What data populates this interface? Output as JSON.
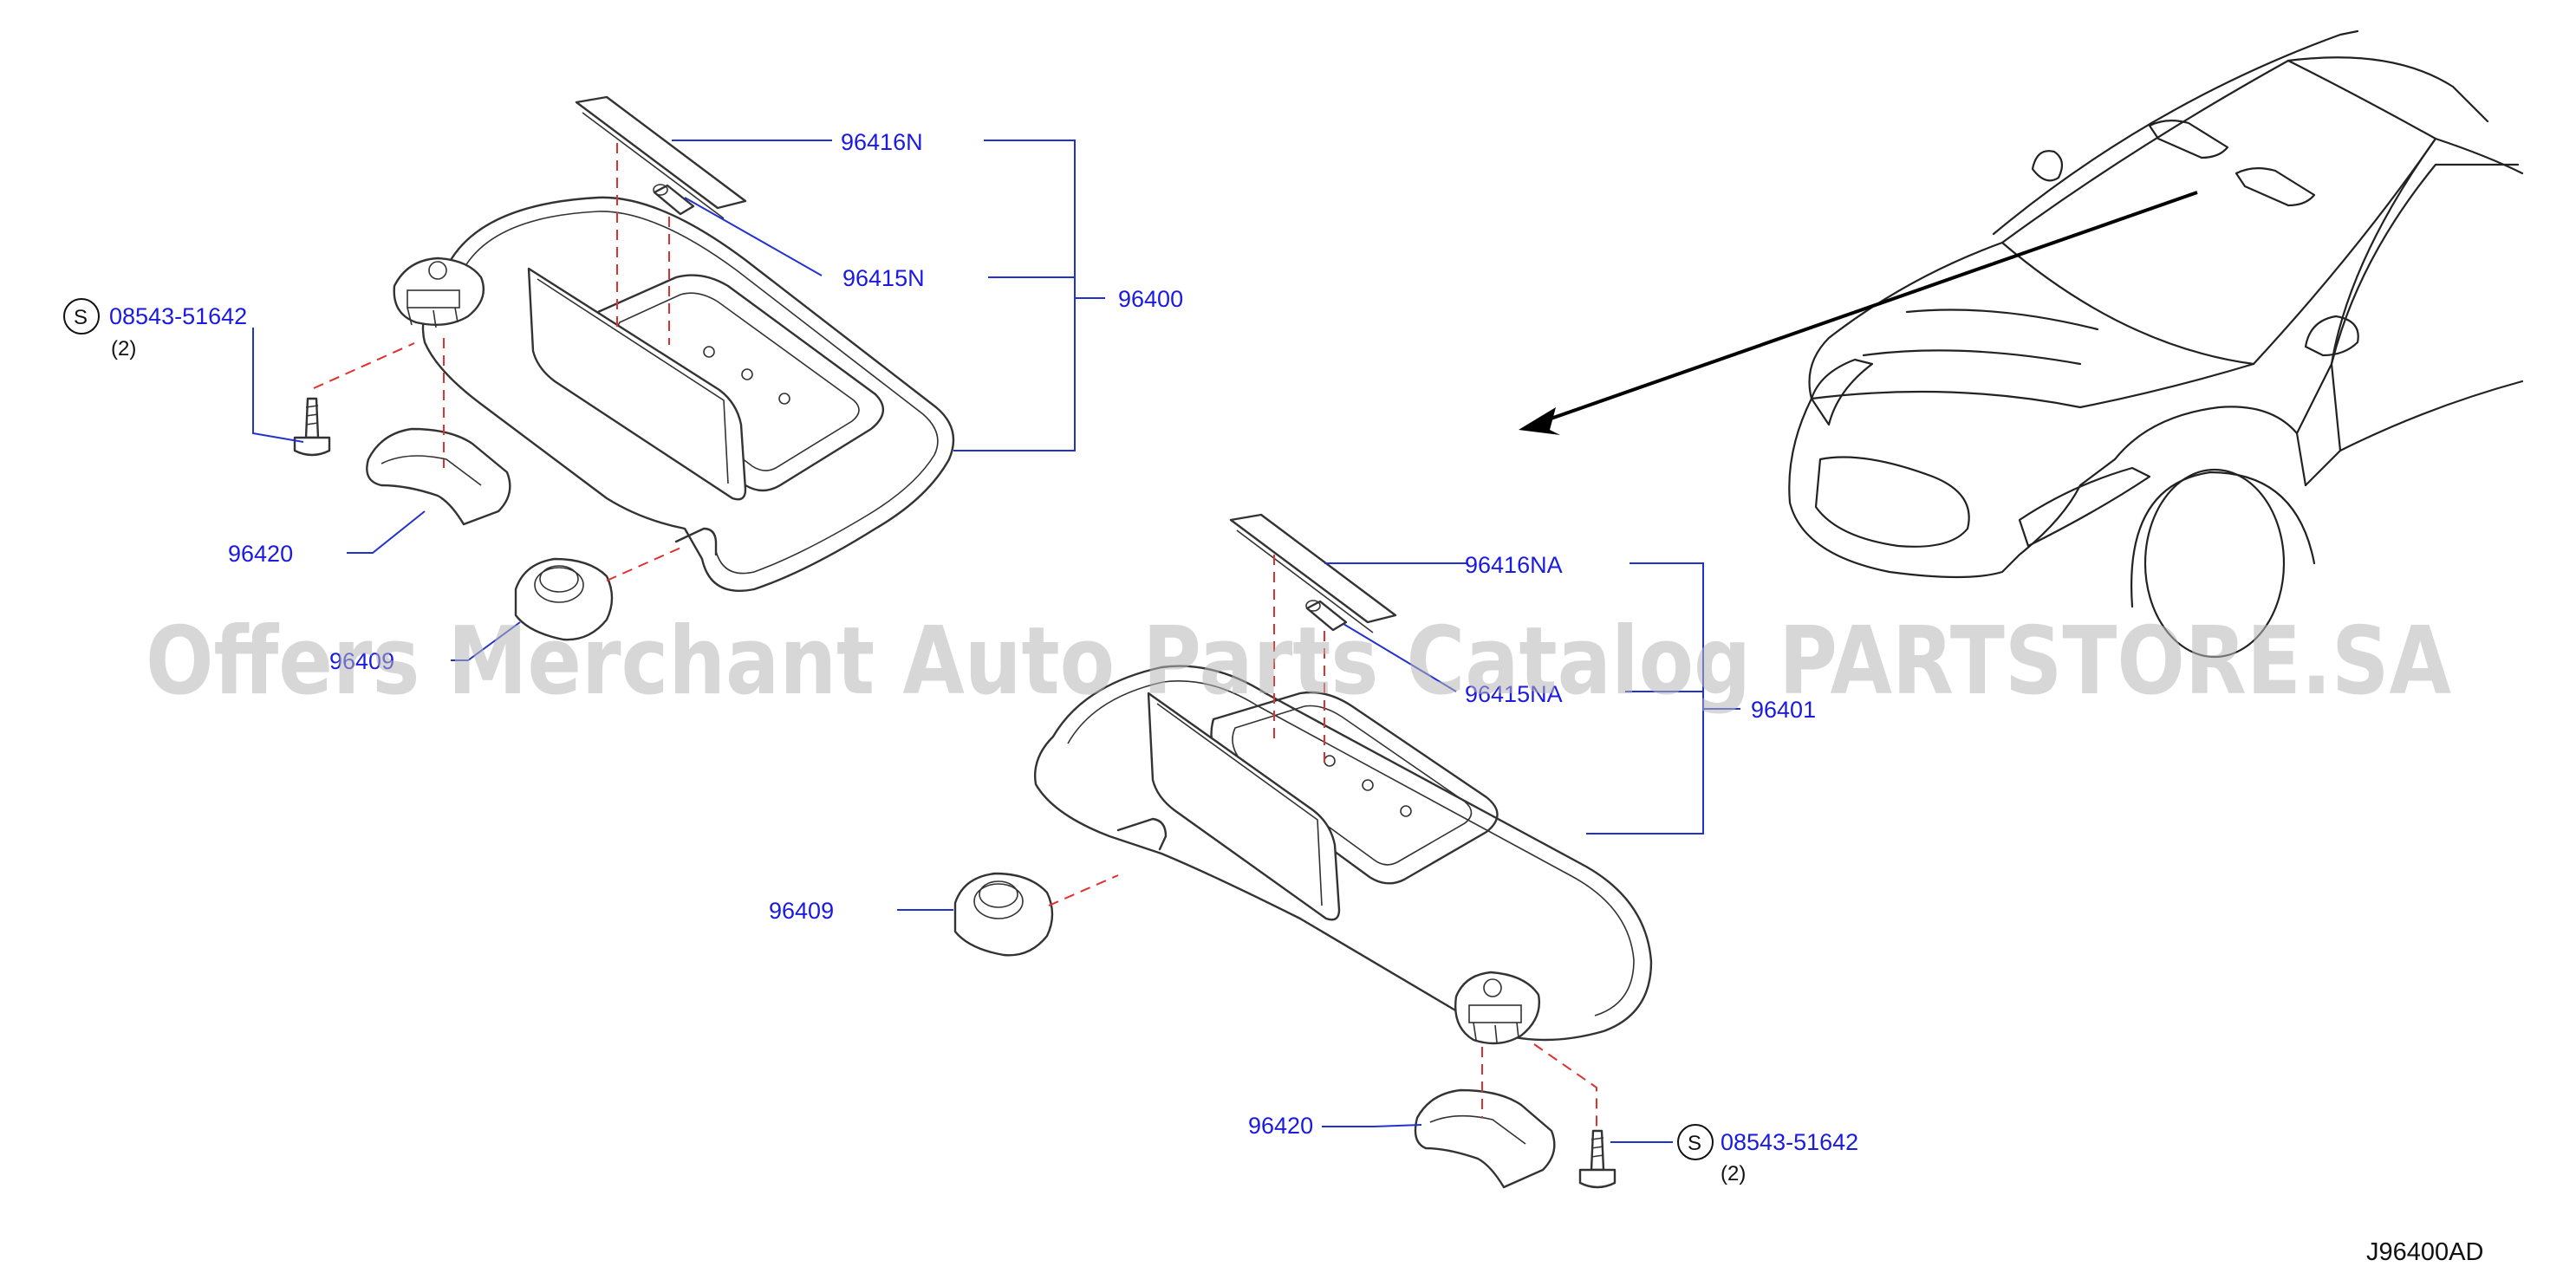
{
  "diagram": {
    "code": "J96400AD",
    "watermark": "Offers Merchant Auto Parts Catalog PARTSTORE.SA",
    "screw_symbol": "S",
    "upper_assembly": {
      "label_96416N": "96416N",
      "label_96415N": "96415N",
      "label_96400": "96400",
      "label_screw": "08543-51642",
      "label_screw_qty": "(2)",
      "label_96420": "96420",
      "label_96409": "96409"
    },
    "lower_assembly": {
      "label_96416NA": "96416NA",
      "label_96415NA": "96415NA",
      "label_96401": "96401",
      "label_96409": "96409",
      "label_96420": "96420",
      "label_screw": "08543-51642",
      "label_screw_qty": "(2)"
    }
  }
}
